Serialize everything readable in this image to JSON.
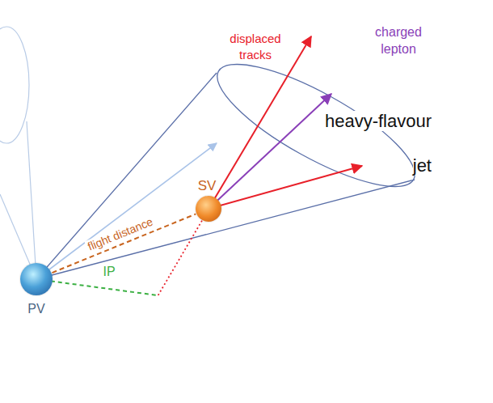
{
  "diagram": {
    "nodes": [
      {
        "text": [
          "PV"
        ]
      },
      {
        "text": [
          "SV"
        ]
      }
    ],
    "edges": [
      {
        "from": 0,
        "to": 1,
        "arrow": "none",
        "label": "flight distance"
      }
    ],
    "labels": [
      "displaced tracks",
      "charged lepton",
      "heavy-flavour jet",
      "IP"
    ]
  }
}
